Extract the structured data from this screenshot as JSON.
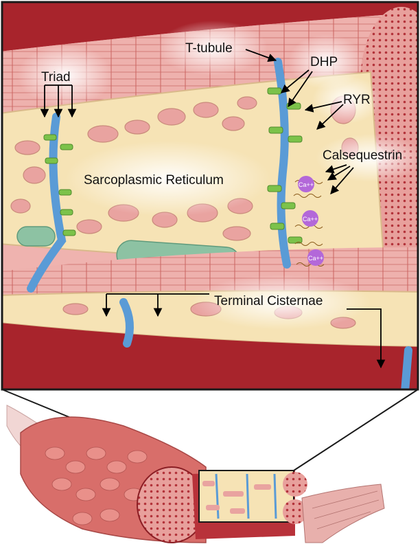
{
  "labels": {
    "ttubule": "T-tubule",
    "triad": "Triad",
    "dhp": "DHP",
    "ryr": "RYR",
    "calsequestrin": "Calsequestrin",
    "sr": "Sarcoplasmic Reticulum",
    "terminal": "Terminal Cisternae",
    "calcium": "Ca++"
  },
  "colors": {
    "sarcolemma": "#a8242c",
    "myofibril": "#e9a3a0",
    "reticulum": "#f6e3b5",
    "ttubule": "#5a9bd6",
    "channel": "#7cc24a",
    "mitochondria": "#8dc2a3",
    "calcium": "#b368d9"
  }
}
